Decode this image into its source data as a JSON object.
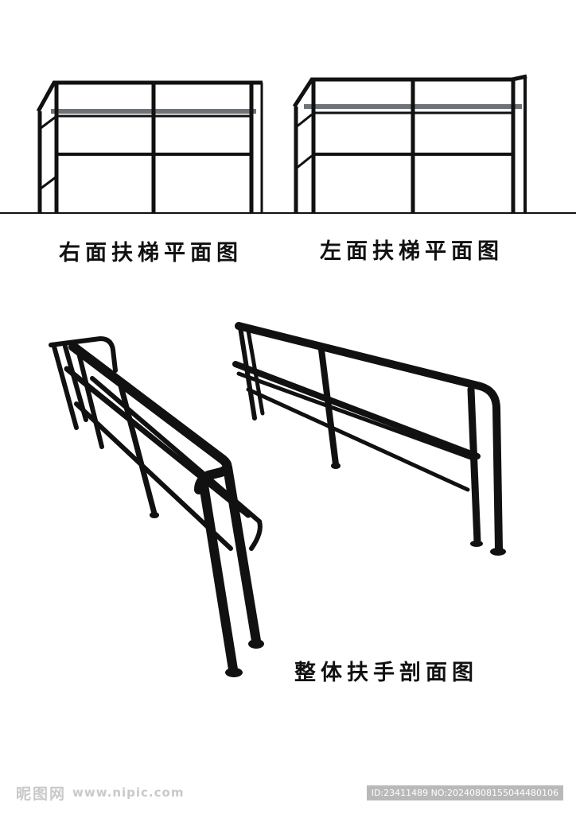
{
  "captions": {
    "right_plan": "右面扶梯平面图",
    "left_plan": "左面扶梯平面图",
    "whole_section": "整体扶手剖面图"
  },
  "watermark": {
    "logo": "昵图网",
    "url": "www.nipic.com",
    "id_text": "ID:23411489 NO:20240808155044480106"
  },
  "colors": {
    "stroke": "#111111",
    "rail_gray": "#6d7378",
    "watermark_gray": "#c9c9c9"
  }
}
